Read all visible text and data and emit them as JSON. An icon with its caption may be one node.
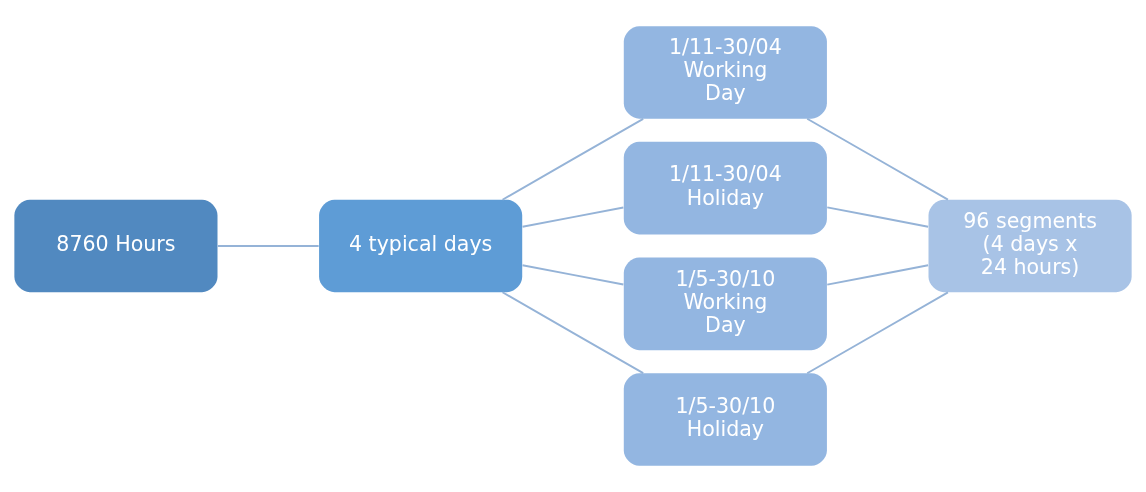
{
  "diagram": {
    "nodes": [
      {
        "text": [
          "8760 Hours"
        ]
      },
      {
        "text": [
          "4 typical days"
        ]
      },
      {
        "text": [
          "1/11-30/04 Working Day"
        ]
      },
      {
        "text": [
          "1/11-30/04 Holiday"
        ]
      },
      {
        "text": [
          "1/5-30/10 Working Day"
        ]
      },
      {
        "text": [
          "1/5-30/10 Holiday"
        ]
      },
      {
        "text": [
          "96 segments (4 days x 24 hours)"
        ]
      }
    ],
    "edges": [
      {
        "from": 0,
        "to": 1,
        "arrow": "none"
      },
      {
        "from": 1,
        "to": 2,
        "arrow": "none"
      },
      {
        "from": 1,
        "to": 3,
        "arrow": "none"
      },
      {
        "from": 1,
        "to": 4,
        "arrow": "none"
      },
      {
        "from": 1,
        "to": 5,
        "arrow": "none"
      },
      {
        "from": 2,
        "to": 6,
        "arrow": "none"
      },
      {
        "from": 3,
        "to": 6,
        "arrow": "none"
      },
      {
        "from": 4,
        "to": 6,
        "arrow": "none"
      },
      {
        "from": 5,
        "to": 6,
        "arrow": "none"
      }
    ]
  }
}
